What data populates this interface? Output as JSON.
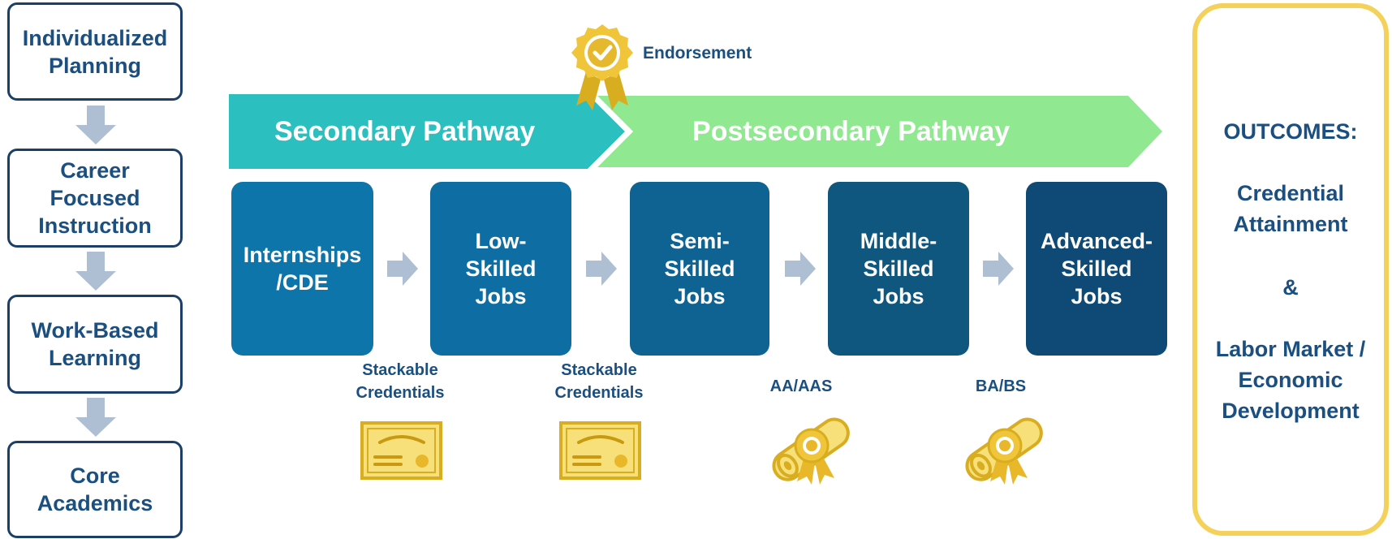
{
  "left_column": {
    "steps": [
      {
        "label": "Individualized\nPlanning"
      },
      {
        "label": "Career\nFocused\nInstruction"
      },
      {
        "label": "Work-Based\nLearning"
      },
      {
        "label": "Core\nAcademics"
      }
    ]
  },
  "endorsement": {
    "label": "Endorsement"
  },
  "pathways": {
    "secondary": "Secondary Pathway",
    "postsecondary": "Postsecondary Pathway"
  },
  "jobs": [
    {
      "label": "Internships\n/CDE",
      "color": "#0e75ab"
    },
    {
      "label": "Low-\nSkilled\nJobs",
      "color": "#0e6ea3"
    },
    {
      "label": "Semi-\nSkilled\nJobs",
      "color": "#0f6392"
    },
    {
      "label": "Middle-\nSkilled\nJobs",
      "color": "#10577f"
    },
    {
      "label": "Advanced-\nSkilled\nJobs",
      "color": "#0f4a76"
    }
  ],
  "credentials": [
    {
      "label": "Stackable\nCredentials",
      "icon": "certificate-icon"
    },
    {
      "label": "Stackable\nCredentials",
      "icon": "certificate-icon"
    },
    {
      "label": "AA/AAS",
      "icon": "diploma-scroll-icon"
    },
    {
      "label": "BA/BS",
      "icon": "diploma-scroll-icon"
    }
  ],
  "outcomes": {
    "heading": "OUTCOMES:",
    "item1": "Credential\nAttainment",
    "connector": "&",
    "item2": "Labor Market /\nEconomic\nDevelopment"
  },
  "colors": {
    "navy_text": "#1a4f80",
    "box_border": "#1b3f66",
    "secondary_banner": "#2bbfbf",
    "postsecondary_banner": "#90e890",
    "arrow_gray": "#aebfd3",
    "gold": "#e8c234",
    "outcome_border": "#f4d15a"
  }
}
